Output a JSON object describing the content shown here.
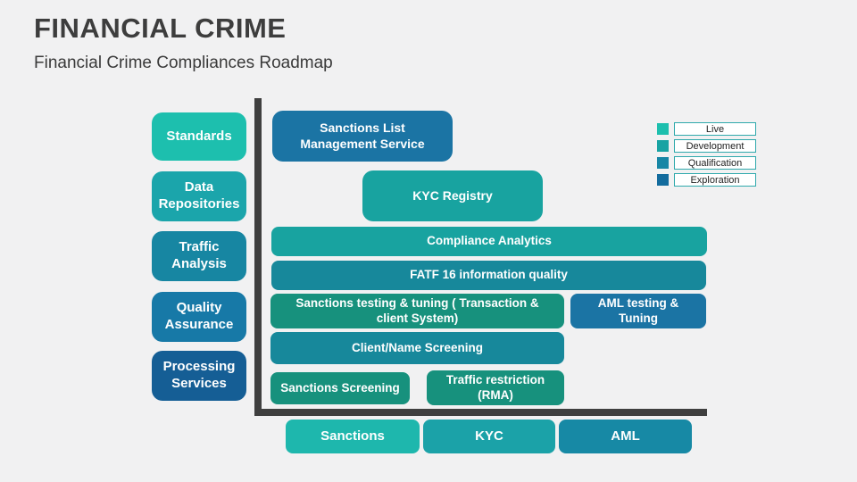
{
  "slide": {
    "title": "FINANCIAL CRIME",
    "subtitle": "Financial Crime Compliances Roadmap"
  },
  "colors": {
    "background": "#F1F1F2",
    "axis": "#3F3F3F",
    "title_text": "#3D3D3D",
    "box_text": "#FFFFFF",
    "legend_border": "#2FA9AC"
  },
  "legend": {
    "items": [
      {
        "label": "Live",
        "color": "#1DBFAE"
      },
      {
        "label": "Development",
        "color": "#18A3A3"
      },
      {
        "label": "Qualification",
        "color": "#1786A5"
      },
      {
        "label": "Exploration",
        "color": "#136C9E"
      }
    ]
  },
  "y_axis": {
    "items": [
      {
        "label": "Standards",
        "color": "#1DBFAE"
      },
      {
        "label": "Data Repositories",
        "color": "#1BA5AB"
      },
      {
        "label": "Traffic Analysis",
        "color": "#1786A2"
      },
      {
        "label": "Quality Assurance",
        "color": "#1779A7"
      },
      {
        "label": "Processing Services",
        "color": "#155E95"
      }
    ]
  },
  "x_axis": {
    "items": [
      {
        "label": "Sanctions",
        "color": "#1EB7AD"
      },
      {
        "label": "KYC",
        "color": "#1BA2A8"
      },
      {
        "label": "AML",
        "color": "#1789A5"
      }
    ]
  },
  "roadmap": {
    "boxes": [
      {
        "label": "Sanctions List Management Service",
        "color": "#1B74A4"
      },
      {
        "label": "KYC Registry",
        "color": "#18A3A0"
      },
      {
        "label": "Compliance Analytics",
        "color": "#18A3A0"
      },
      {
        "label": "FATF 16 information quality",
        "color": "#17889B"
      },
      {
        "label": "Sanctions  testing & tuning ( Transaction & client System)",
        "color": "#17917D"
      },
      {
        "label": "AML testing & Tuning",
        "color": "#1B74A4"
      },
      {
        "label": "Client/Name Screening",
        "color": "#17889B"
      },
      {
        "label": "Sanctions Screening",
        "color": "#17917D"
      },
      {
        "label": "Traffic restriction (RMA)",
        "color": "#17917D"
      }
    ]
  }
}
